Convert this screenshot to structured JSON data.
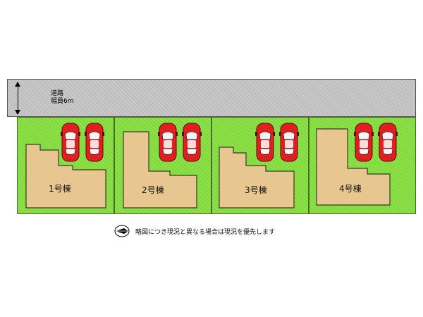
{
  "road": {
    "name": "道路",
    "width": "幅員6m"
  },
  "lots": [
    {
      "label": "1号棟"
    },
    {
      "label": "2号棟"
    },
    {
      "label": "3号棟"
    },
    {
      "label": "4号棟"
    }
  ],
  "note": "略図につき現況と異なる場合は現況を優先します",
  "colors": {
    "lawn": "#8fe04a",
    "building": "#e7c690",
    "road": "#c4c4c4",
    "car": "#e02020"
  },
  "icons": {
    "north": "north-arrow-icon",
    "car": "car-icon"
  }
}
